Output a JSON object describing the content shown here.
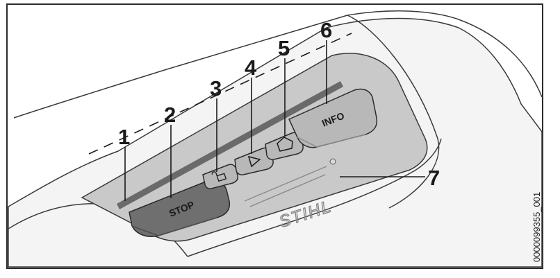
{
  "callouts": {
    "c1": "1",
    "c2": "2",
    "c3": "3",
    "c4": "4",
    "c5": "5",
    "c6": "6",
    "c7": "7"
  },
  "buttons": {
    "stop_label": "STOP",
    "info_label": "INFO"
  },
  "brand_logo": "STIHL",
  "document_id": "0000099355_001",
  "colors": {
    "frame": "#2b2b2b",
    "housing_light": "#f2f2f2",
    "panel": "#c9c9c9",
    "button_dark": "#6f6f6f",
    "button_light": "#b8b8b8",
    "led_bar": "#6a6a6a"
  },
  "icons": {
    "button_3": "padlock-open-icon",
    "button_4": "play-triangle-icon",
    "button_5": "home-icon"
  }
}
